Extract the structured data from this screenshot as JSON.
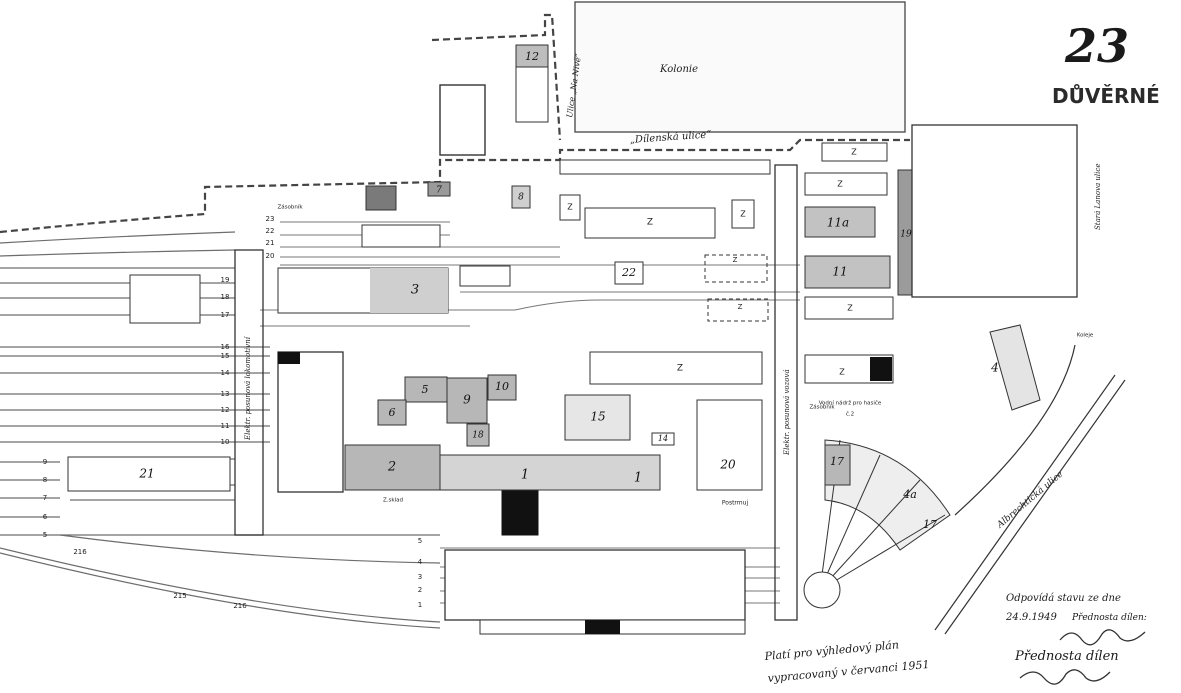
{
  "page": {
    "number": "23",
    "classification": "DŮVĚRNÉ"
  },
  "streets": {
    "kolonie": "Kolonie",
    "na_nive": "Ulice „Na Nivě“",
    "dilenska": "„Dílenská ulice“",
    "stara_lanova": "Stará Lanova ulice",
    "albrechticka": "Albrechtická ulice",
    "elektr_lokomotivni": "Elektr. posunová lokomotivní",
    "elektr_vozova": "Elektr. posunová vozová"
  },
  "buildings": {
    "b1a": "1",
    "b1b": "1",
    "b2": "2",
    "b3": "3",
    "b4": "4",
    "b5": "5",
    "b6": "6",
    "b7": "7",
    "b8": "8",
    "b9": "9",
    "b10": "10",
    "b11": "11",
    "b11a": "11a",
    "b12": "12",
    "b14": "14",
    "b15": "15",
    "b17": "17",
    "b18": "18",
    "b19": "19",
    "b20": "20",
    "b21": "21",
    "b22": "22",
    "b4a": "4a",
    "b17a": "17"
  },
  "z_label": "Z",
  "track_numbers": {
    "left_upper": [
      "23",
      "22",
      "21",
      "20"
    ],
    "left_mid": [
      "19",
      "18",
      "17"
    ],
    "left_low": [
      "16",
      "15",
      "14",
      "13",
      "12",
      "11",
      "10"
    ],
    "far_left": [
      "9",
      "8",
      "7",
      "6",
      "5"
    ],
    "bottom": [
      "5",
      "4",
      "3",
      "2",
      "1"
    ],
    "bottom_markers": [
      "216",
      "215",
      "216"
    ]
  },
  "small_labels": {
    "zasobnik": "Zásobník",
    "vodni_nadrz": "Vodní nádrž pro hasiče",
    "vodni_sub": "č.2",
    "zasobnik2": "Zásobník",
    "postrmuj": "Postrmuj",
    "zasob_z": "Z.sklad",
    "koleje": "Koleje"
  },
  "notes": {
    "attest_line1": "Odpovídá stavu ze dne",
    "attest_date": "24.9.1949",
    "attest_role": "Přednosta dílen:",
    "plan_note_line1": "Platí pro výhledový plán",
    "plan_note_line2": "vypracovaný v červanci 1951",
    "signature_role": "Přednosta dílen"
  }
}
